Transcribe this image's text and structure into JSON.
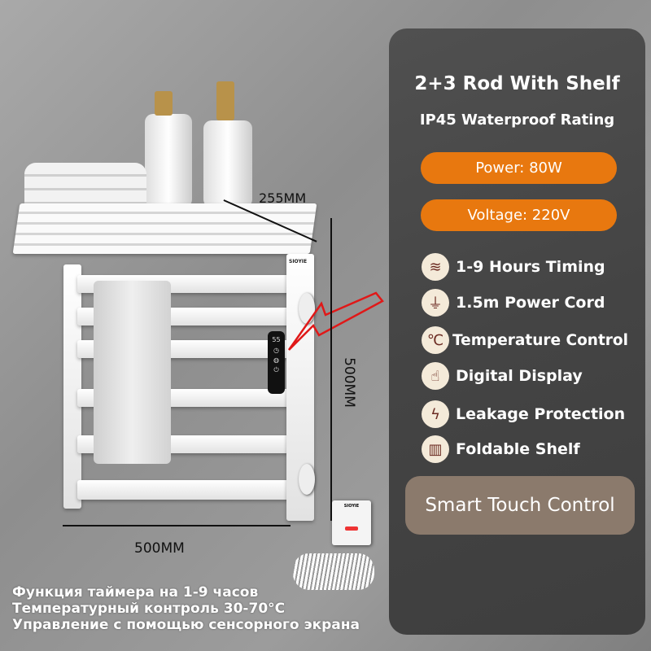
{
  "product": {
    "brand": "SIOYIE",
    "display_reading": "55",
    "dimensions": {
      "shelf_depth": "255MM",
      "height": "500MM",
      "width": "500MM"
    }
  },
  "panel": {
    "title": "2+3 Rod With Shelf",
    "subtitle": "IP45 Waterproof Rating",
    "power": "Power: 80W",
    "voltage": "Voltage: 220V",
    "features": [
      {
        "icon": "water-icon",
        "label": "1-9 Hours Timing"
      },
      {
        "icon": "plug-icon",
        "label": "1.5m Power Cord"
      },
      {
        "icon": "celsius-icon",
        "label": "Temperature Control"
      },
      {
        "icon": "touch-hand-icon",
        "label": "Digital Display"
      },
      {
        "icon": "lightning-icon",
        "label": "Leakage Protection"
      },
      {
        "icon": "folding-map-icon",
        "label": "Foldable Shelf"
      }
    ],
    "highlight": "Smart Touch Control"
  },
  "russian_text": [
    "Функция таймера на 1-9 часов",
    "Температурный контроль 30-70°C",
    "Управление с помощью сенсорного экрана"
  ],
  "colors": {
    "accent_orange": "#e8780f",
    "panel": "#4a4a4a",
    "highlight": "#8b7a6c",
    "icon_bg": "#f4ead9",
    "arrow": "#e01818"
  }
}
